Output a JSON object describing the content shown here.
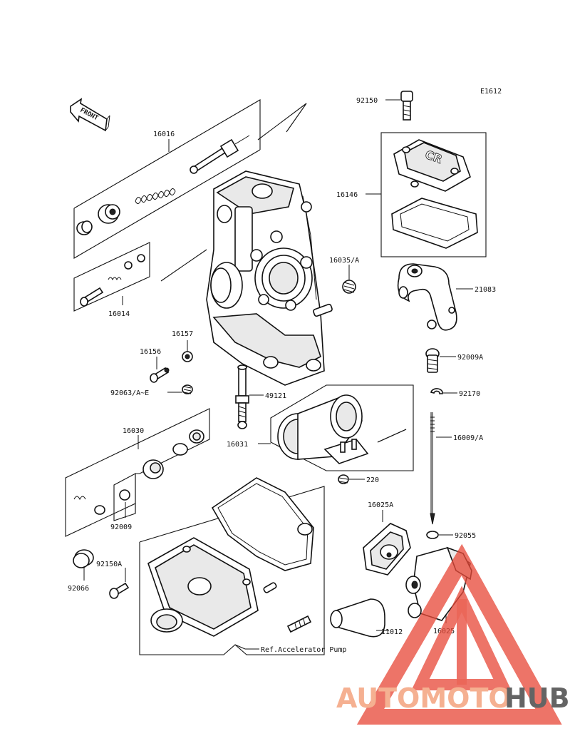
{
  "diagram": {
    "code": "E1612",
    "front_label": "FRONT",
    "callouts": [
      {
        "id": "92150",
        "text": "92150"
      },
      {
        "id": "16016",
        "text": "16016"
      },
      {
        "id": "16146",
        "text": "16146"
      },
      {
        "id": "16035A",
        "text": "16035/A"
      },
      {
        "id": "21083",
        "text": "21083"
      },
      {
        "id": "16014",
        "text": "16014"
      },
      {
        "id": "16157",
        "text": "16157"
      },
      {
        "id": "16156",
        "text": "16156"
      },
      {
        "id": "92009A",
        "text": "92009A"
      },
      {
        "id": "92063",
        "text": "92063/A~E"
      },
      {
        "id": "49121",
        "text": "49121"
      },
      {
        "id": "92170",
        "text": "92170"
      },
      {
        "id": "16030",
        "text": "16030"
      },
      {
        "id": "16009A",
        "text": "16009/A"
      },
      {
        "id": "16031",
        "text": "16031"
      },
      {
        "id": "220",
        "text": "220"
      },
      {
        "id": "16025A",
        "text": "16025A"
      },
      {
        "id": "92009",
        "text": "92009"
      },
      {
        "id": "92055",
        "text": "92055"
      },
      {
        "id": "92066",
        "text": "92066"
      },
      {
        "id": "92150A",
        "text": "92150A"
      },
      {
        "id": "11012",
        "text": "11012"
      },
      {
        "id": "16025",
        "text": "16025"
      }
    ],
    "reference_note": "Ref.Accelerator Pump"
  },
  "watermark": {
    "text_part1": "AUTOMOTO",
    "text_part2": "HUB",
    "color_primary": "#f4a37e",
    "color_secondary": "#4a4a4a",
    "triangle_color": "#e84a3a"
  }
}
